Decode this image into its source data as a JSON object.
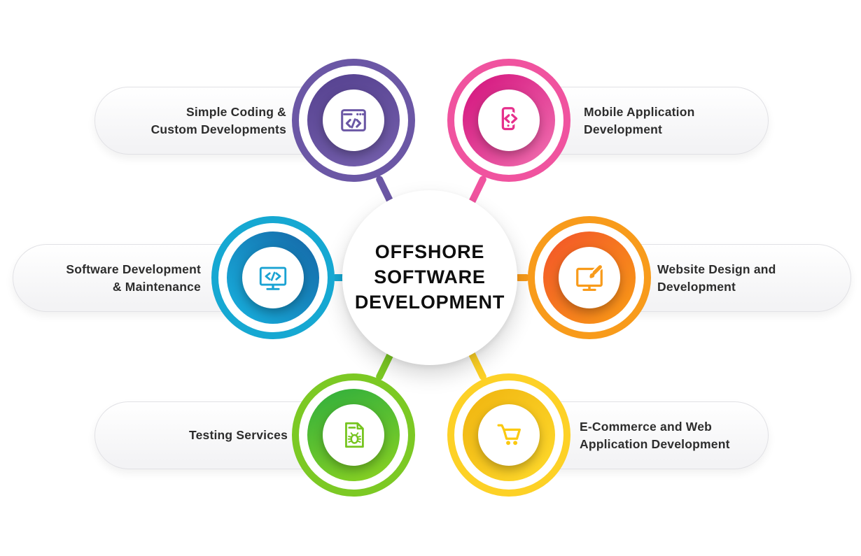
{
  "background_color": "#ffffff",
  "center": {
    "title": "OFFSHORE\nSOFTWARE\nDEVELOPMENT",
    "fill": "#ffffff",
    "text_color": "#0e0e0e"
  },
  "nodes": [
    {
      "id": "simple-coding",
      "label": "Simple Coding &\nCustom Developments",
      "side": "left",
      "icon": "browser-code-icon",
      "colors": {
        "ring": "#6b57a5",
        "disc_from": "#55418f",
        "disc_to": "#7560ad",
        "disc_angle": "160deg",
        "icon": "#6b57a5"
      }
    },
    {
      "id": "mobile-application",
      "label": "Mobile Application\nDevelopment",
      "side": "right",
      "icon": "phone-code-icon",
      "colors": {
        "ring": "#f0539f",
        "disc_from": "#d2107c",
        "disc_to": "#f272b1",
        "disc_angle": "135deg",
        "icon": "#e6308c"
      }
    },
    {
      "id": "software-development",
      "label": "Software Development\n& Maintenance",
      "side": "left",
      "icon": "monitor-code-icon",
      "colors": {
        "ring": "#16a8d2",
        "disc_from": "#1565a5",
        "disc_to": "#18b2df",
        "disc_angle": "225deg",
        "icon": "#1ba3d3"
      }
    },
    {
      "id": "website-design",
      "label": "Website Design and\nDevelopment",
      "side": "right",
      "icon": "monitor-brush-icon",
      "colors": {
        "ring": "#f89b1b",
        "disc_from": "#f2522a",
        "disc_to": "#f99e15",
        "disc_angle": "135deg",
        "icon": "#f89b1b"
      }
    },
    {
      "id": "testing-services",
      "label": "Testing Services",
      "side": "left",
      "icon": "document-bug-icon",
      "colors": {
        "ring": "#7cc924",
        "disc_from": "#2eae3e",
        "disc_to": "#8ed321",
        "disc_angle": "160deg",
        "icon": "#76c41f"
      }
    },
    {
      "id": "ecommerce",
      "label": "E-Commerce and Web\nApplication Development",
      "side": "right",
      "icon": "cart-icon",
      "colors": {
        "ring": "#fdd126",
        "disc_from": "#efb30f",
        "disc_to": "#ffdb2d",
        "disc_angle": "135deg",
        "icon": "#fbc911"
      }
    }
  ]
}
